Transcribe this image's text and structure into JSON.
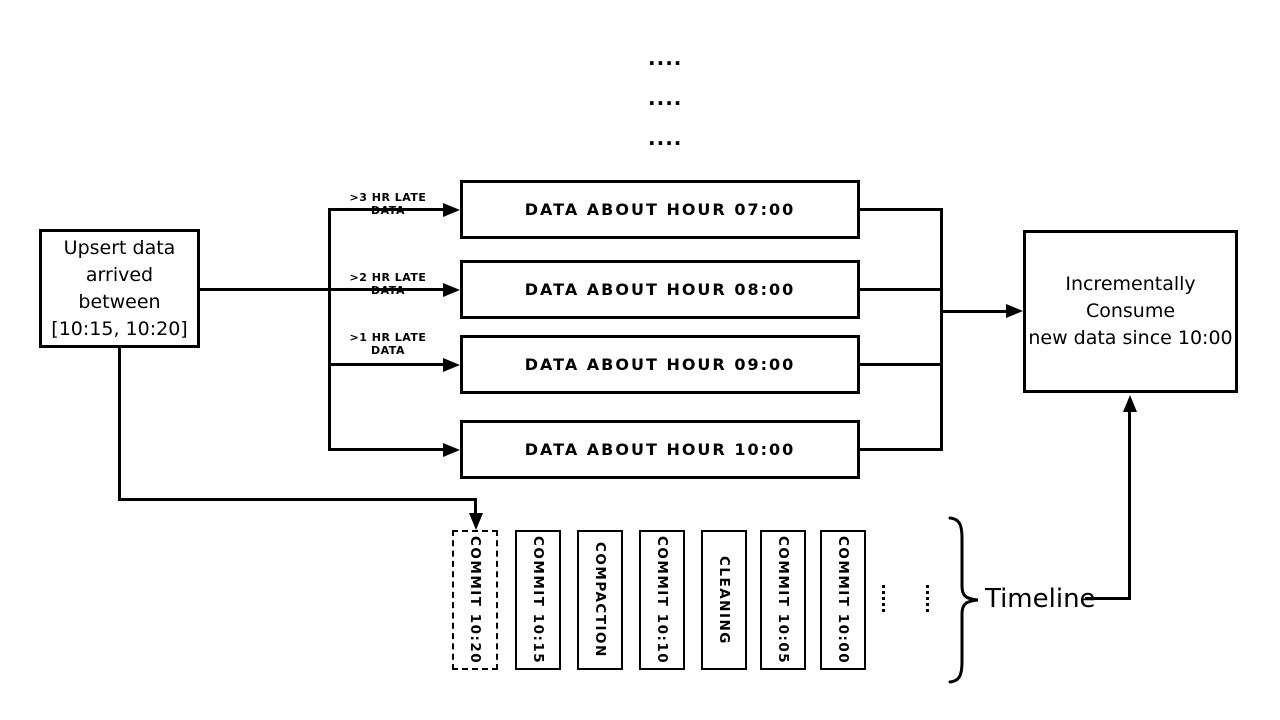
{
  "diagram": {
    "title_semantic": "incremental-consume-timeline-diagram",
    "colors": {
      "line": "#000000",
      "background": "#ffffff"
    },
    "top_ellipsis": {
      "rows": [
        "....",
        "....",
        "...."
      ]
    },
    "upsert_box": {
      "lines": [
        "Upsert data",
        "arrived between",
        "[10:15, 10:20]"
      ]
    },
    "late_data_labels": [
      ">3 HR LATE DATA",
      ">2 HR LATE DATA",
      ">1 HR LATE DATA"
    ],
    "hour_boxes": [
      "DATA ABOUT HOUR 07:00",
      "DATA ABOUT HOUR 08:00",
      "DATA ABOUT HOUR 09:00",
      "DATA ABOUT HOUR 10:00"
    ],
    "consume_box": {
      "lines": [
        "Incrementally Consume",
        "new data since 10:00"
      ]
    },
    "timeline": {
      "label": "Timeline",
      "items": [
        {
          "label": "COMMIT 10:20",
          "style": "dashed"
        },
        {
          "label": "COMMIT 10:15",
          "style": "solid"
        },
        {
          "label": "COMPACTION",
          "style": "solid"
        },
        {
          "label": "COMMIT 10:10",
          "style": "solid"
        },
        {
          "label": "CLEANING",
          "style": "solid"
        },
        {
          "label": "COMMIT 10:05",
          "style": "solid"
        },
        {
          "label": "COMMIT 10:00",
          "style": "solid"
        }
      ]
    }
  }
}
